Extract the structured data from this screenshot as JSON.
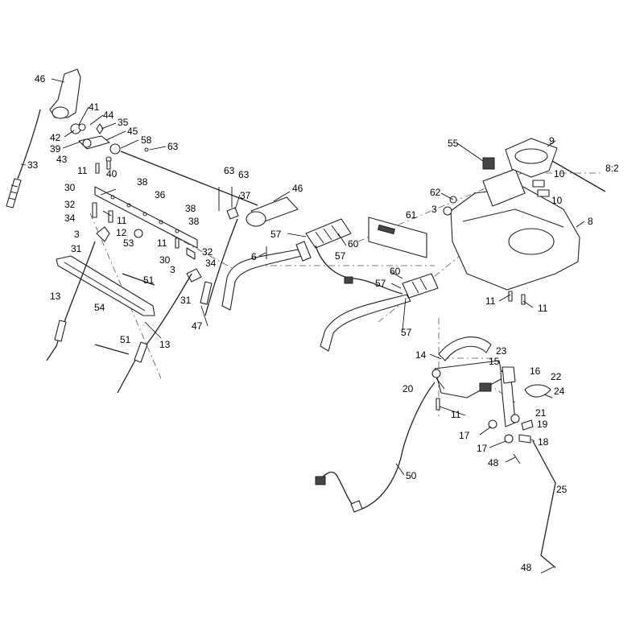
{
  "callouts": [
    {
      "id": "c46a",
      "label": "46"
    },
    {
      "id": "c41",
      "label": "41"
    },
    {
      "id": "c44",
      "label": "44"
    },
    {
      "id": "c35",
      "label": "35"
    },
    {
      "id": "c42",
      "label": "42"
    },
    {
      "id": "c45",
      "label": "45"
    },
    {
      "id": "c39",
      "label": "39"
    },
    {
      "id": "c58",
      "label": "58"
    },
    {
      "id": "c63a",
      "label": "63"
    },
    {
      "id": "c43",
      "label": "43"
    },
    {
      "id": "c33",
      "label": "33"
    },
    {
      "id": "c11a",
      "label": "11"
    },
    {
      "id": "c40",
      "label": "40"
    },
    {
      "id": "c38a",
      "label": "38"
    },
    {
      "id": "c63b",
      "label": "63"
    },
    {
      "id": "c63c",
      "label": "63"
    },
    {
      "id": "c30a",
      "label": "30"
    },
    {
      "id": "c36",
      "label": "36"
    },
    {
      "id": "c46b",
      "label": "46"
    },
    {
      "id": "c37",
      "label": "37"
    },
    {
      "id": "c32a",
      "label": "32"
    },
    {
      "id": "c38b",
      "label": "38"
    },
    {
      "id": "c38c",
      "label": "38"
    },
    {
      "id": "c34a",
      "label": "34"
    },
    {
      "id": "c11b",
      "label": "11"
    },
    {
      "id": "c3a",
      "label": "3"
    },
    {
      "id": "c12",
      "label": "12"
    },
    {
      "id": "c53",
      "label": "53"
    },
    {
      "id": "c57a",
      "label": "57"
    },
    {
      "id": "c60a",
      "label": "60"
    },
    {
      "id": "c31a",
      "label": "31"
    },
    {
      "id": "c11c",
      "label": "11"
    },
    {
      "id": "c32b",
      "label": "32"
    },
    {
      "id": "c6",
      "label": "6"
    },
    {
      "id": "c57b",
      "label": "57"
    },
    {
      "id": "c30b",
      "label": "30"
    },
    {
      "id": "c34b",
      "label": "34"
    },
    {
      "id": "c3b",
      "label": "3"
    },
    {
      "id": "c51a",
      "label": "51"
    },
    {
      "id": "c13a",
      "label": "13"
    },
    {
      "id": "c60b",
      "label": "60"
    },
    {
      "id": "c57c",
      "label": "57"
    },
    {
      "id": "c54",
      "label": "54"
    },
    {
      "id": "c31b",
      "label": "31"
    },
    {
      "id": "c47",
      "label": "47"
    },
    {
      "id": "c57d",
      "label": "57"
    },
    {
      "id": "c13b",
      "label": "13"
    },
    {
      "id": "c51b",
      "label": "51"
    },
    {
      "id": "c55",
      "label": "55"
    },
    {
      "id": "c9",
      "label": "9"
    },
    {
      "id": "c82",
      "label": "8:2"
    },
    {
      "id": "c10a",
      "label": "10"
    },
    {
      "id": "c62",
      "label": "62"
    },
    {
      "id": "c10b",
      "label": "10"
    },
    {
      "id": "c3c",
      "label": "3"
    },
    {
      "id": "c61",
      "label": "61"
    },
    {
      "id": "c8",
      "label": "8"
    },
    {
      "id": "c11d",
      "label": "11"
    },
    {
      "id": "c11e",
      "label": "11"
    },
    {
      "id": "c14",
      "label": "14"
    },
    {
      "id": "c23",
      "label": "23"
    },
    {
      "id": "c15",
      "label": "15"
    },
    {
      "id": "c16",
      "label": "16"
    },
    {
      "id": "c22",
      "label": "22"
    },
    {
      "id": "c20",
      "label": "20"
    },
    {
      "id": "c24",
      "label": "24"
    },
    {
      "id": "c11f",
      "label": "11"
    },
    {
      "id": "c21",
      "label": "21"
    },
    {
      "id": "c19",
      "label": "19"
    },
    {
      "id": "c17a",
      "label": "17"
    },
    {
      "id": "c18",
      "label": "18"
    },
    {
      "id": "c17b",
      "label": "17"
    },
    {
      "id": "c48a",
      "label": "48"
    },
    {
      "id": "c50",
      "label": "50"
    },
    {
      "id": "c25",
      "label": "25"
    },
    {
      "id": "c48b",
      "label": "48"
    }
  ]
}
